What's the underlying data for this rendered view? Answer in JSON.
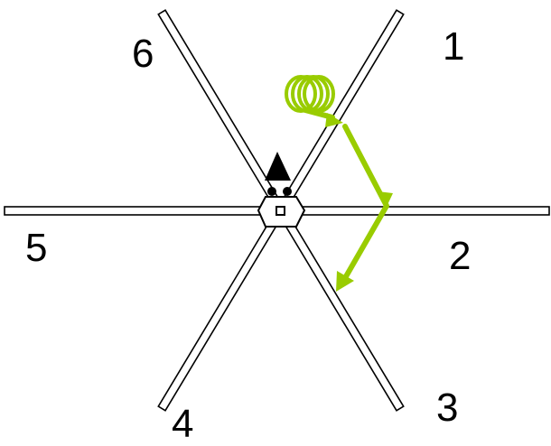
{
  "diagram": {
    "arm_labels": [
      "1",
      "2",
      "3",
      "4",
      "5",
      "6"
    ],
    "colors": {
      "arm_stroke": "#000000",
      "arm_fill": "#ffffff",
      "path_color": "#99cc00",
      "marker_color": "#000000"
    },
    "icons": {
      "start_coil": "coil-icon",
      "robot_heading": "triangle-icon",
      "center_hub": "hexagon-icon"
    }
  }
}
